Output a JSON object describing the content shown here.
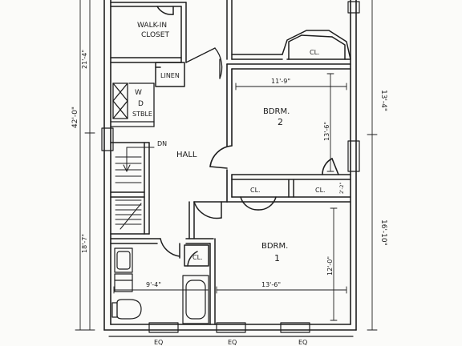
{
  "rooms": {
    "walkin_closet_line1": "WALK-IN",
    "walkin_closet_line2": "CLOSET",
    "linen": "LINEN",
    "wd_line1": "W",
    "wd_line2": "D",
    "wd_line3": "STBLE",
    "hall": "HALL",
    "stairs_down": "DN",
    "bedroom2_line1": "BDRM.",
    "bedroom2_line2": "2",
    "bedroom1_line1": "BDRM.",
    "bedroom1_line2": "1",
    "closet_top_right": "CL.",
    "closet_bdrm2_left": "CL.",
    "closet_bdrm2_right": "CL.",
    "closet_bdrm1": "CL."
  },
  "dimensions": {
    "overall_depth": "42'-0\"",
    "upper_left_depth": "21'-4\"",
    "lower_left_depth": "18'-7\"",
    "bdrm2_width": "11'-9\"",
    "bdrm2_depth": "13'-6\"",
    "right_upper_depth": "13'-4\"",
    "right_lower_depth": "16'-10\"",
    "closet_small": "2'-2\"",
    "bath_width": "9'-4\"",
    "bdrm1_width": "13'-6\"",
    "bdrm1_depth": "12'-0\"",
    "window_eq_left": "EQ",
    "window_eq_mid": "EQ",
    "window_eq_right": "EQ"
  }
}
